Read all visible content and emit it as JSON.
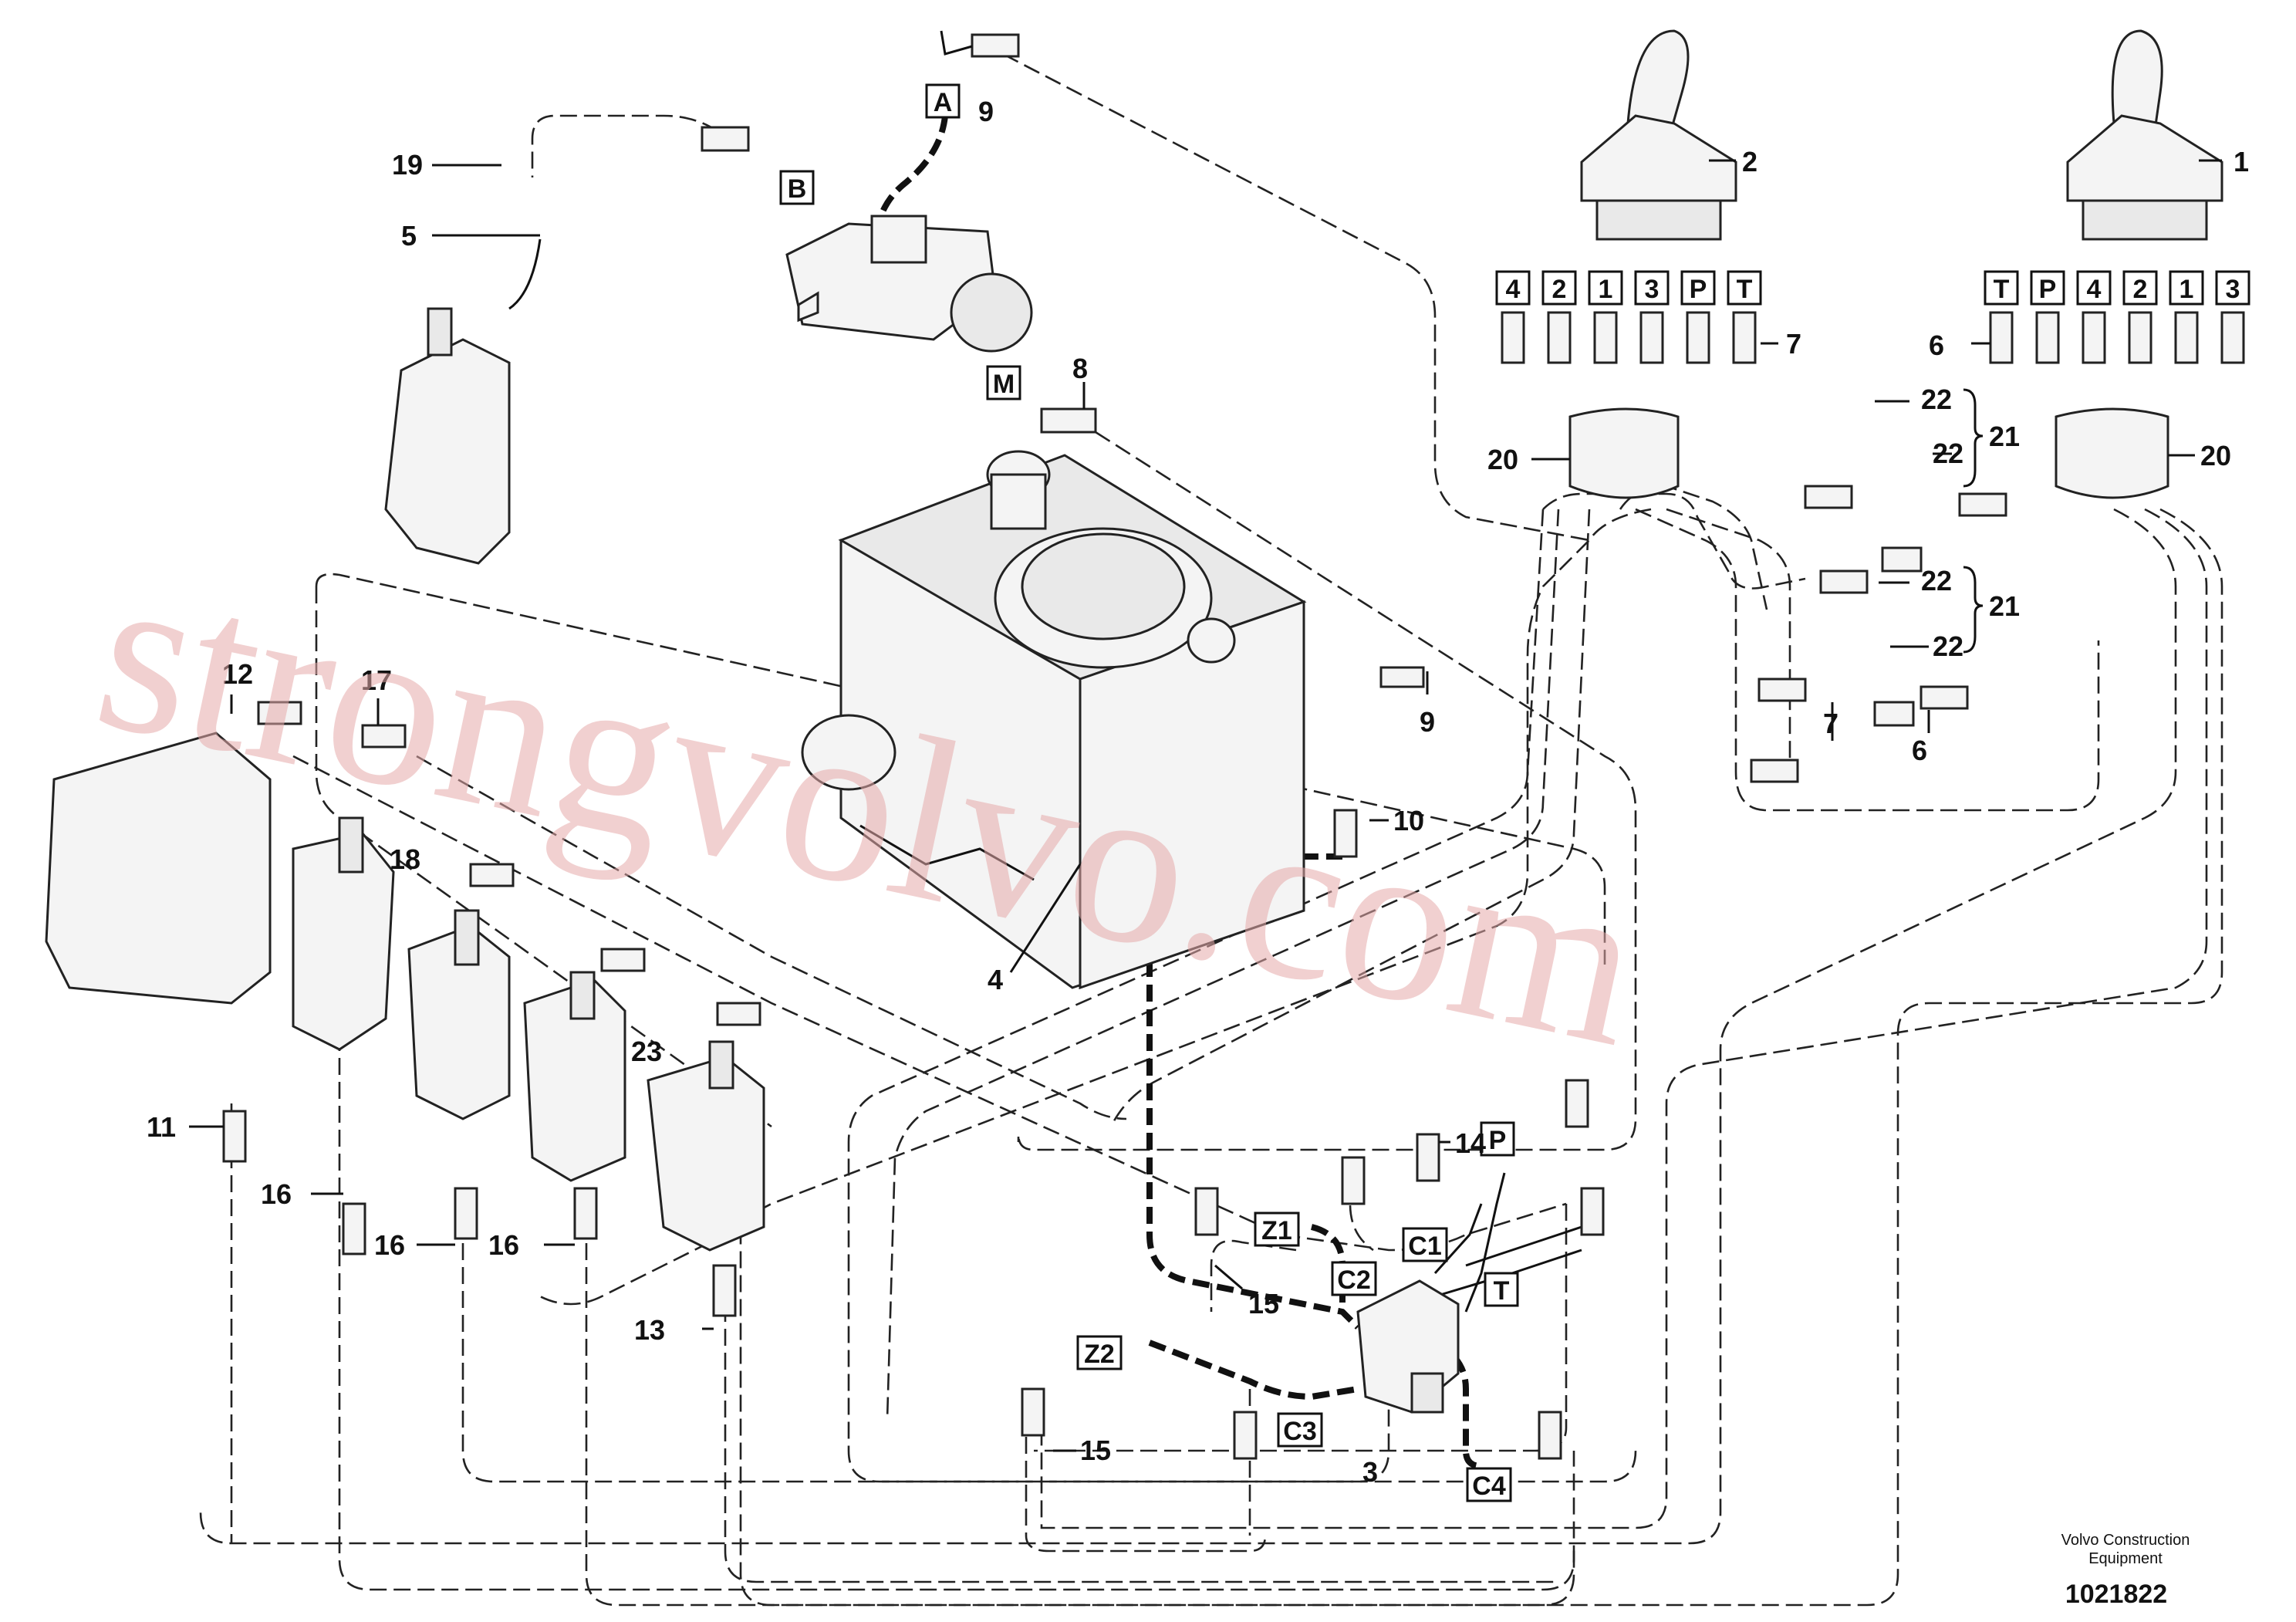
{
  "diagram": {
    "watermark": "strongvolvo.com",
    "credit_line1": "Volvo Construction",
    "credit_line2": "Equipment",
    "doc_number": "1021822"
  },
  "joystick_left": {
    "ports": [
      "4",
      "2",
      "1",
      "3",
      "P",
      "T"
    ]
  },
  "joystick_right": {
    "ports": [
      "T",
      "P",
      "4",
      "2",
      "1",
      "3"
    ]
  },
  "connector_labels": {
    "A": "A",
    "B": "B",
    "M": "M",
    "P": "P",
    "T": "T",
    "Z1": "Z1",
    "Z2": "Z2",
    "C1": "C1",
    "C2": "C2",
    "C3": "C3",
    "C4": "C4"
  },
  "callouts": {
    "n1": "1",
    "n2": "2",
    "n3": "3",
    "n4": "4",
    "n5": "5",
    "n6a": "6",
    "n6b": "6",
    "n7a": "7",
    "n7b": "7",
    "n8": "8",
    "n9a": "9",
    "n9b": "9",
    "n10": "10",
    "n11": "11",
    "n12": "12",
    "n13": "13",
    "n14": "14",
    "n15a": "15",
    "n15b": "15",
    "n16a": "16",
    "n16b": "16",
    "n16c": "16",
    "n17": "17",
    "n18": "18",
    "n19": "19",
    "n20a": "20",
    "n20b": "20",
    "n21a": "21",
    "n21b": "21",
    "n22a": "22",
    "n22b": "22",
    "n22c": "22",
    "n22d": "22",
    "n23": "23"
  }
}
